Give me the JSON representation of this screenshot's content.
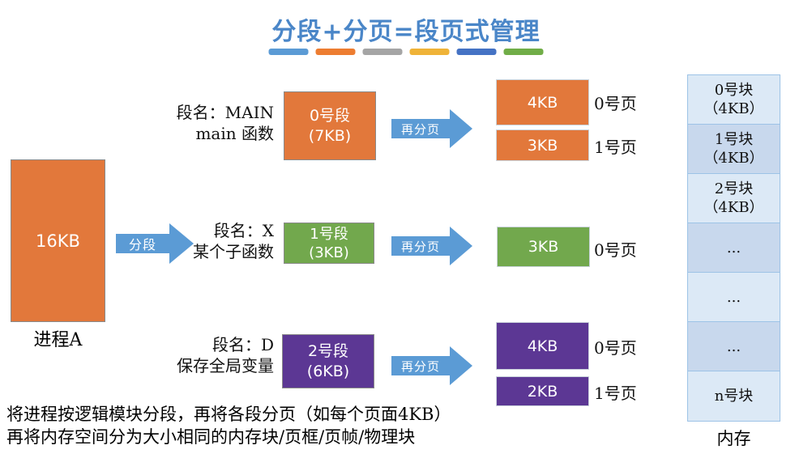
{
  "title": {
    "text": "分段+分页=段页式管理",
    "color": "#4A86C8"
  },
  "underline_bar_colors": [
    "#5B9BD5",
    "#ED7D31",
    "#A5A5A5",
    "#EFB338",
    "#4472C4",
    "#70AD47"
  ],
  "process": {
    "size_label": "16KB",
    "name": "进程A",
    "color": "#E2783B"
  },
  "arrows": {
    "segment_label": "分段",
    "repage_label": "再分页",
    "color": "#5B9BD5"
  },
  "segments": [
    {
      "name_line1": "段名：MAIN",
      "name_line2": "main 函数",
      "box_line1": "0号段",
      "box_line2": "(7KB)",
      "color": "#E2783B",
      "pages": [
        {
          "size": "4KB",
          "label": "0号页"
        },
        {
          "size": "3KB",
          "label": "1号页"
        }
      ]
    },
    {
      "name_line1": "段名：X",
      "name_line2": "某个子函数",
      "box_line1": "1号段",
      "box_line2": "(3KB)",
      "color": "#72A84D",
      "pages": [
        {
          "size": "3KB",
          "label": "0号页"
        }
      ]
    },
    {
      "name_line1": "段名：D",
      "name_line2": "保存全局变量",
      "box_line1": "2号段",
      "box_line2": "(6KB)",
      "color": "#5C3794",
      "pages": [
        {
          "size": "4KB",
          "label": "0号页"
        },
        {
          "size": "2KB",
          "label": "1号页"
        }
      ]
    }
  ],
  "memory": {
    "label": "内存",
    "light_color": "#DCE9F6",
    "dark_color": "#C8D8ED",
    "blocks": [
      {
        "line1": "0号块",
        "line2": "（4KB）"
      },
      {
        "line1": "1号块",
        "line2": "（4KB）"
      },
      {
        "line1": "2号块",
        "line2": "（4KB）"
      },
      {
        "line1": "...",
        "line2": ""
      },
      {
        "line1": "...",
        "line2": ""
      },
      {
        "line1": "...",
        "line2": ""
      },
      {
        "line1": "n号块",
        "line2": ""
      }
    ]
  },
  "footnote": {
    "line1": "将进程按逻辑模块分段，再将各段分页（如每个页面4KB）",
    "line2": "再将内存空间分为大小相同的内存块/页框/页帧/物理块"
  }
}
